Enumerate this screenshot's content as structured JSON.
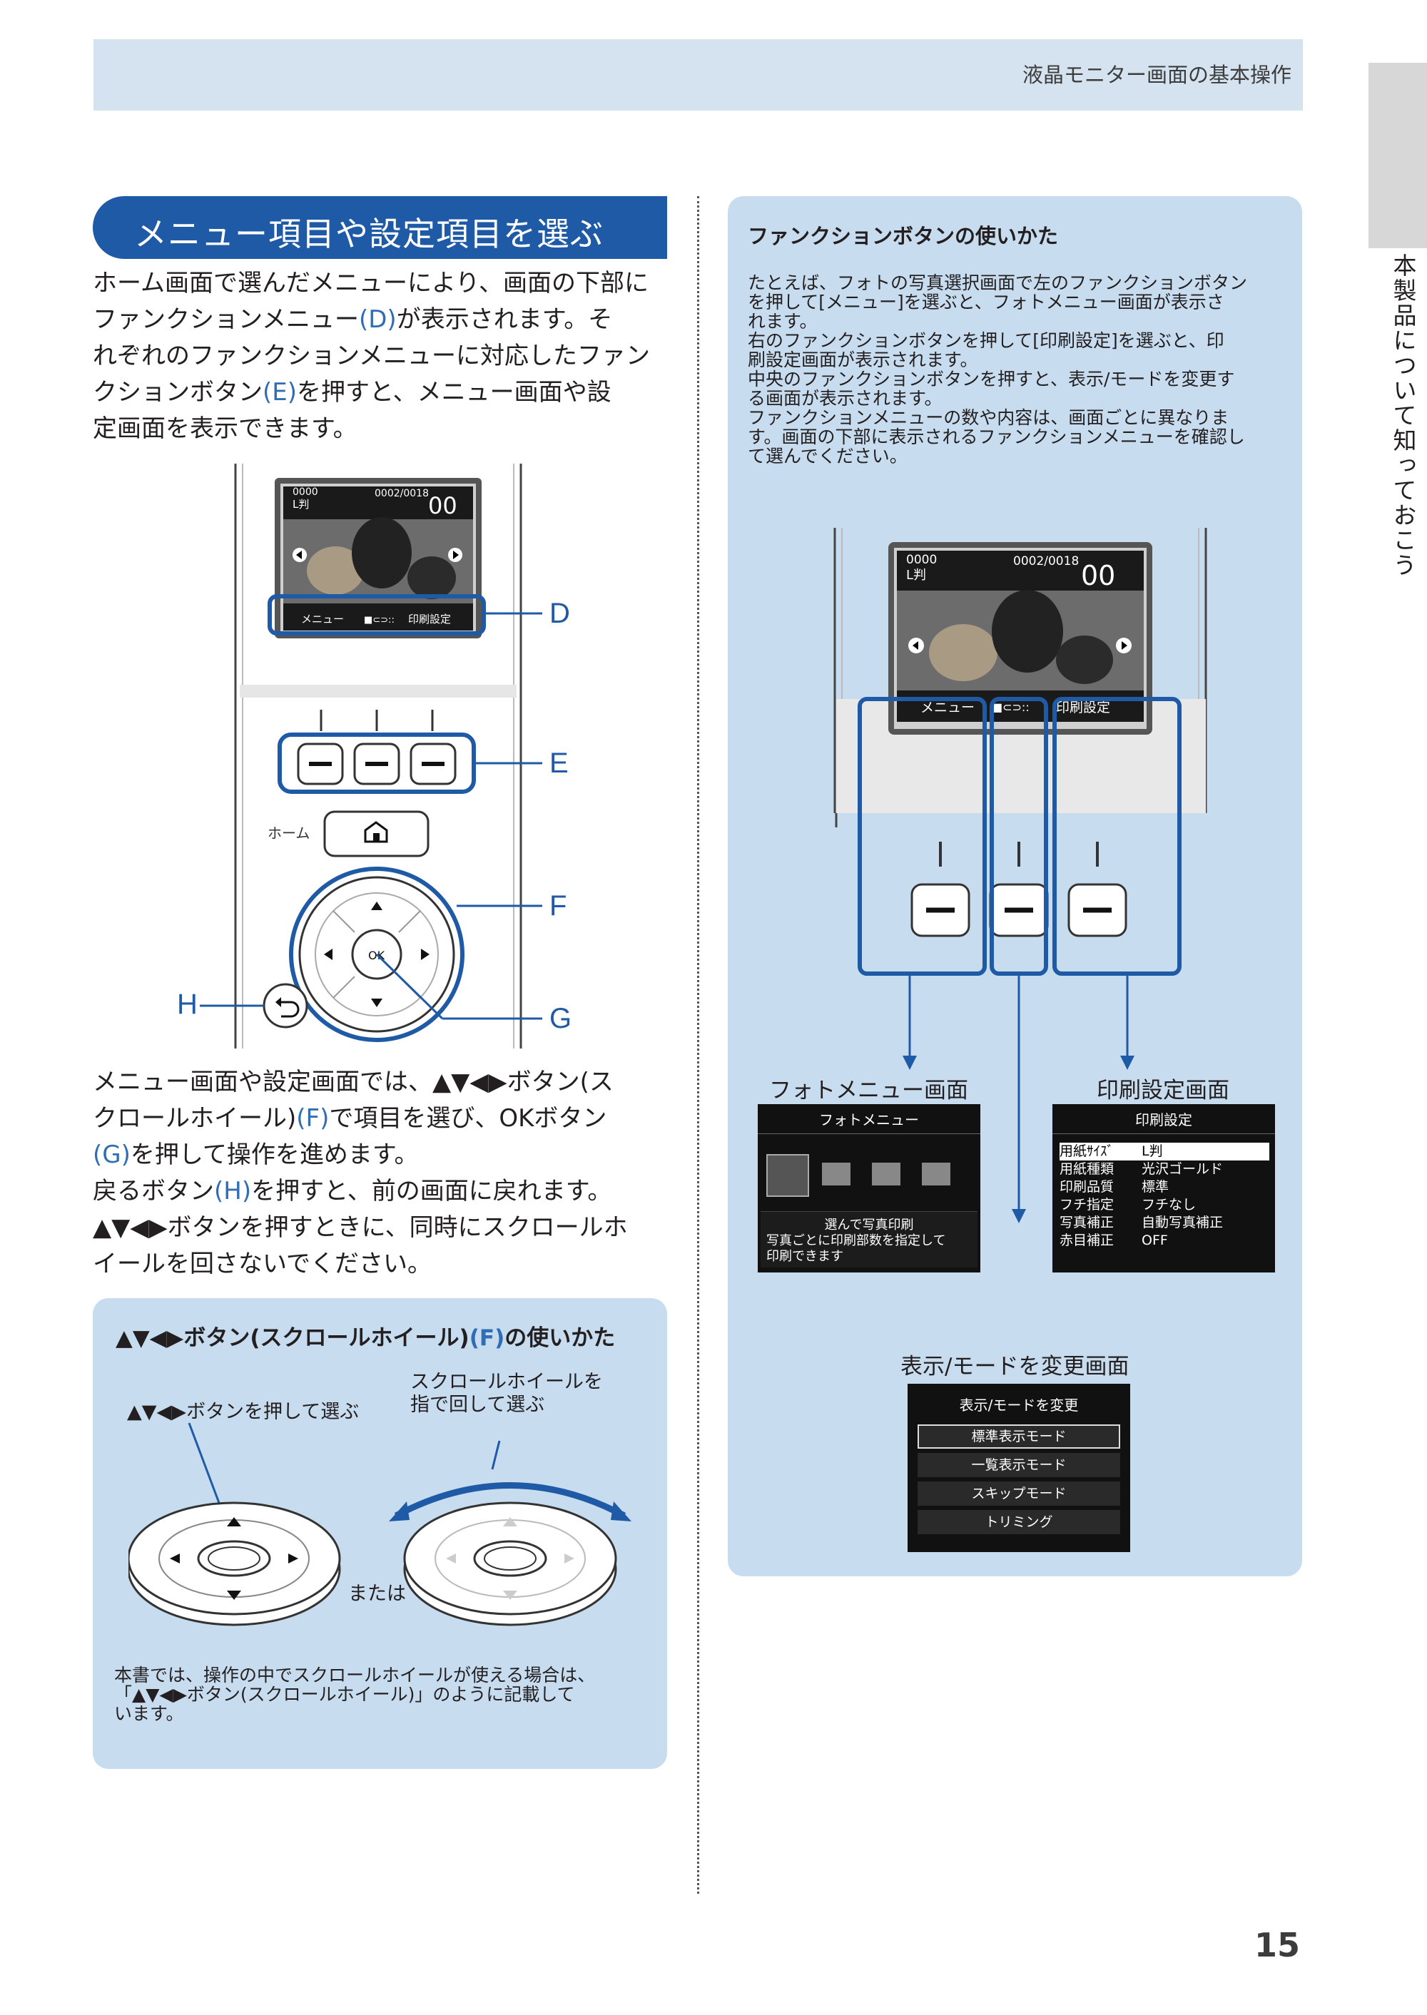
{
  "header": {
    "title": "液晶モニター画面の基本操作"
  },
  "side_tab": {
    "label": "本製品について知っておこう"
  },
  "section": {
    "title": "メニュー項目や設定項目を選ぶ"
  },
  "intro": {
    "line1": "ホーム画面で選んだメニューにより、画面の下部に",
    "line2a": "ファンクションメニュー",
    "line2b": "(D)",
    "line2c": "が表示されます。そ",
    "line3": "れぞれのファンクションメニューに対応したファン",
    "line4a": "クションボタン",
    "line4b": "(E)",
    "line4c": "を押すと、メニュー画面や設",
    "line5": "定画面を表示できます。"
  },
  "printer_screen": {
    "count": "0000",
    "paper": "L判",
    "frame": "0002/0018",
    "copies": "00",
    "fn_left": "メニュー",
    "fn_center": "■⊂⊃::",
    "fn_right": "印刷設定"
  },
  "labels": {
    "d": "D",
    "e": "E",
    "f": "F",
    "g": "G",
    "h": "H",
    "home": "ホーム",
    "ok": "OK"
  },
  "instructions": {
    "line1a": "メニュー画面や設定画面では、",
    "arrows": "▲▼◀▶",
    "line1b": "ボタン(ス",
    "line2a": "クロールホイール)",
    "line2b": "(F)",
    "line2c": "で項目を選び、OKボタン",
    "line3a": "(G)",
    "line3b": "を押して操作を進めます。",
    "line4a": "戻るボタン",
    "line4b": "(H)",
    "line4c": "を押すと、前の画面に戻れます。",
    "line5b": "ボタンを押すときに、同時にスクロールホ",
    "line6": "イールを回さないでください。"
  },
  "left_panel": {
    "title_arrows": "▲▼◀▶",
    "title_a": "ボタン(スクロールホイール)",
    "title_b": "(F)",
    "title_c": "の使いかた",
    "push_label": "ボタンを押して選ぶ",
    "scroll_label1": "スクロールホイールを",
    "scroll_label2": "指で回して選ぶ",
    "or": "または",
    "note1": "本書では、操作の中でスクロールホイールが使える場合は、",
    "note2": "ボタン(スクロールホイール)」のように記載して",
    "note3": "います。"
  },
  "right_panel": {
    "title": "ファンクションボタンの使いかた",
    "p1": "たとえば、フォトの写真選択画面で左のファンクションボタン",
    "p2": "を押して[メニュー]を選ぶと、フォトメニュー画面が表示さ",
    "p3": "れます。",
    "p4": "右のファンクションボタンを押して[印刷設定]を選ぶと、印",
    "p5": "刷設定画面が表示されます。",
    "p6": "中央のファンクションボタンを押すと、表示/モードを変更す",
    "p7": "る画面が表示されます。",
    "p8": "ファンクションメニューの数や内容は、画面ごとに異なりま",
    "p9": "す。画面の下部に表示されるファンクションメニューを確認し",
    "p10": "て選んでください。"
  },
  "photo_menu": {
    "caption": "フォトメニュー画面",
    "title": "フォトメニュー",
    "sub": "選んで写真印刷",
    "desc1": "写真ごとに印刷部数を指定して",
    "desc2": "印刷できます"
  },
  "print_settings": {
    "caption": "印刷設定画面",
    "title": "印刷設定",
    "rows": [
      {
        "k": "用紙ｻｲｽﾞ",
        "v": "L判"
      },
      {
        "k": "用紙種類",
        "v": "光沢ゴールド"
      },
      {
        "k": "印刷品質",
        "v": "標準"
      },
      {
        "k": "フチ指定",
        "v": "フチなし"
      },
      {
        "k": "写真補正",
        "v": "自動写真補正"
      },
      {
        "k": "赤目補正",
        "v": "OFF"
      }
    ]
  },
  "display_mode": {
    "caption": "表示/モードを変更画面",
    "title": "表示/モードを変更",
    "items": [
      "標準表示モード",
      "一覧表示モード",
      "スキップモード",
      "トリミング"
    ]
  },
  "page_number": "15",
  "colors": {
    "accent": "#1f5aa6",
    "panel": "#c8dcef",
    "header": "#d5e3f1",
    "link": "#2f6db5"
  }
}
